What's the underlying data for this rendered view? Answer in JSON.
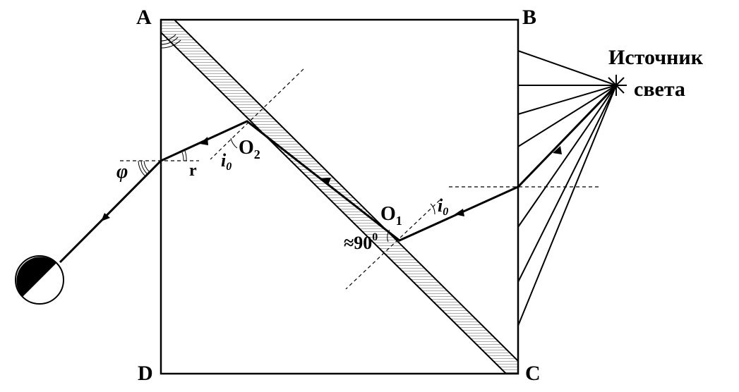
{
  "vertices": {
    "a": "A",
    "b": "B",
    "c": "C",
    "d": "D"
  },
  "source": {
    "line1": "Источник",
    "line2": "света"
  },
  "points": {
    "o1": {
      "main": "O",
      "sub": "1"
    },
    "o2": {
      "main": "O",
      "sub": "2"
    }
  },
  "angles": {
    "i0": {
      "main": "i",
      "sub": "0"
    },
    "r": "r",
    "phi": "φ",
    "near90": {
      "main": "≈90",
      "sup": "0"
    }
  },
  "colors": {
    "stroke": "#000000",
    "background": "#ffffff"
  }
}
